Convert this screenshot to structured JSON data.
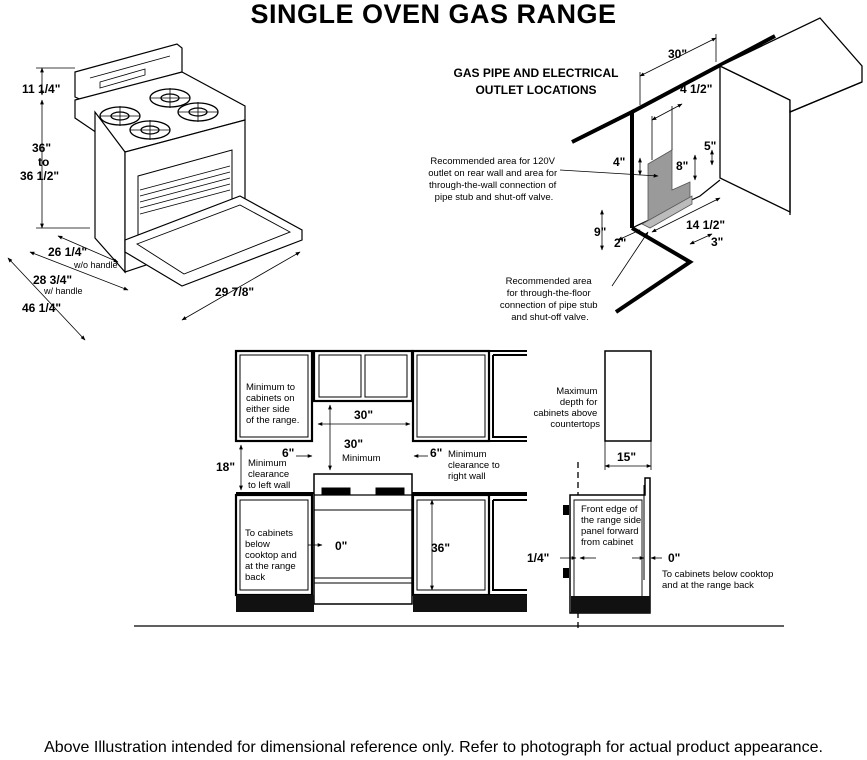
{
  "title": "SINGLE OVEN GAS RANGE",
  "range_dims": {
    "backguard_height": "11 1/4\"",
    "height_line1": "36\"",
    "height_line2": "to",
    "height_line3": "36 1/2\"",
    "depth_no_handle": "26 1/4\"",
    "depth_no_handle_note": "w/o handle",
    "depth_with_handle": "28 3/4\"",
    "depth_with_handle_note": "w/ handle",
    "depth_door_open": "46 1/4\"",
    "width": "29 7/8\""
  },
  "gas_pipe": {
    "heading_line1": "GAS PIPE AND ELECTRICAL",
    "heading_line2": "OUTLET LOCATIONS",
    "dim_30": "30\"",
    "dim_4_5": "4 1/2\"",
    "dim_4": "4\"",
    "dim_8": "8\"",
    "dim_5": "5\"",
    "dim_9": "9\"",
    "dim_2": "2\"",
    "dim_14_5": "14 1/2\"",
    "dim_3": "3\"",
    "outlet_note": [
      "Recommended area for 120V",
      "outlet on rear wall and area for",
      "through-the-wall connection of",
      "pipe stub and shut-off valve."
    ],
    "floor_note": [
      "Recommended area",
      "for through-the-floor",
      "connection of pipe stub",
      "and shut-off valve."
    ]
  },
  "clearance": {
    "min_cabinets": [
      "Minimum to",
      "cabinets on",
      "either side",
      "of the range."
    ],
    "width_30": "30\"",
    "dim_6_left": "6\"",
    "min_30": "30\"",
    "min_30_note": "Minimum",
    "dim_6_right": "6\"",
    "right_wall_note": [
      "Minimum",
      "clearance to",
      "right wall"
    ],
    "dim_18": "18\"",
    "left_wall_note": [
      "Minimum",
      "clearance",
      "to left wall"
    ],
    "below_cooktop_note": [
      "To cabinets",
      "below",
      "cooktop and",
      "at the range",
      "back"
    ],
    "dim_0_left": "0\"",
    "dim_36": "36\""
  },
  "side_view": {
    "max_depth_note": [
      "Maximum",
      "depth for",
      "cabinets above",
      "countertops"
    ],
    "dim_15": "15\"",
    "front_edge_note": [
      "Front edge of",
      "the range side",
      "panel forward",
      "from cabinet"
    ],
    "dim_quarter": "1/4\"",
    "dim_0": "0\"",
    "cabinets_below_note": [
      "To cabinets below cooktop",
      "and at the range back"
    ]
  },
  "footer": "Above Illustration intended for dimensional reference only. Refer to photograph for actual product appearance."
}
